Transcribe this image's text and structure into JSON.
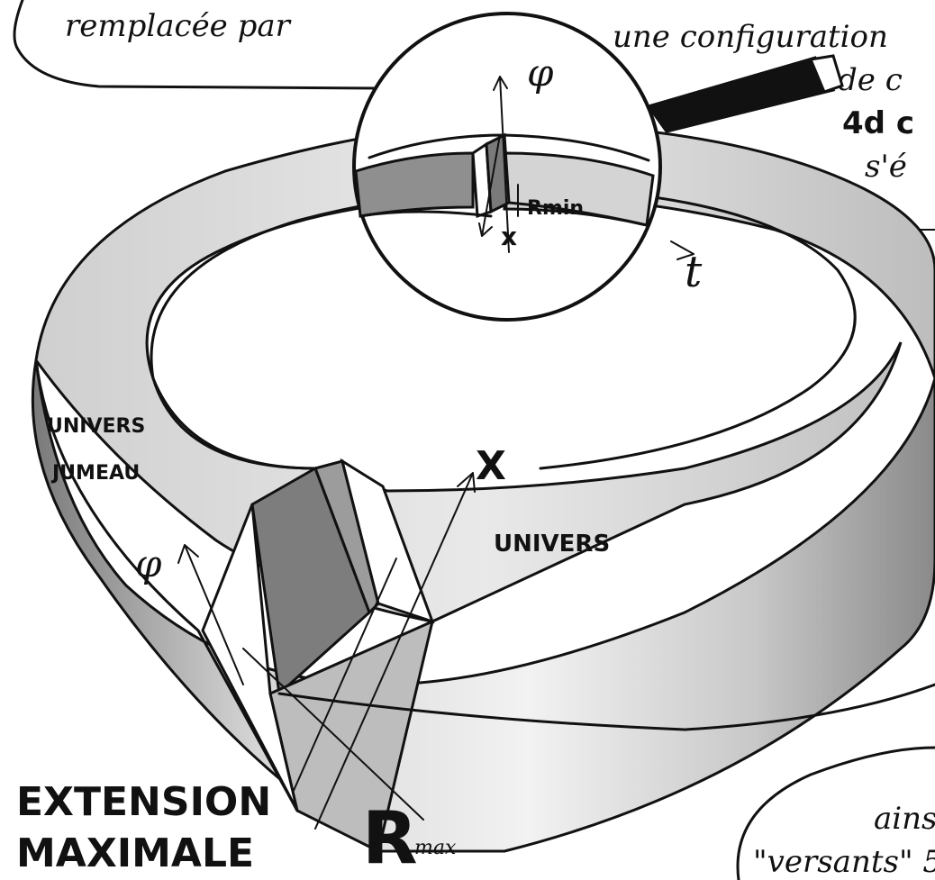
{
  "bubble_top_left": {
    "text": "remplacée par"
  },
  "top_right": {
    "line1": "une configuration",
    "line2": "de c",
    "line3": "4d c",
    "line4": "s'é"
  },
  "magnifier": {
    "label_phi": "φ",
    "label_x": "x",
    "label_rmin": "Rmin"
  },
  "label_t": "t",
  "univers_jumeau": {
    "line1": "UNIVERS",
    "line2": "JUMEAU"
  },
  "label_univers": "UNIVERS",
  "label_phi_big": "φ",
  "label_x_big": "X",
  "label_r": "R",
  "label_max": "max",
  "extension": {
    "line1": "EXTENSION",
    "line2": "MAXIMALE"
  },
  "bubble_bottom_right": {
    "line1": "ains",
    "line2": "\"versants\" 5"
  }
}
